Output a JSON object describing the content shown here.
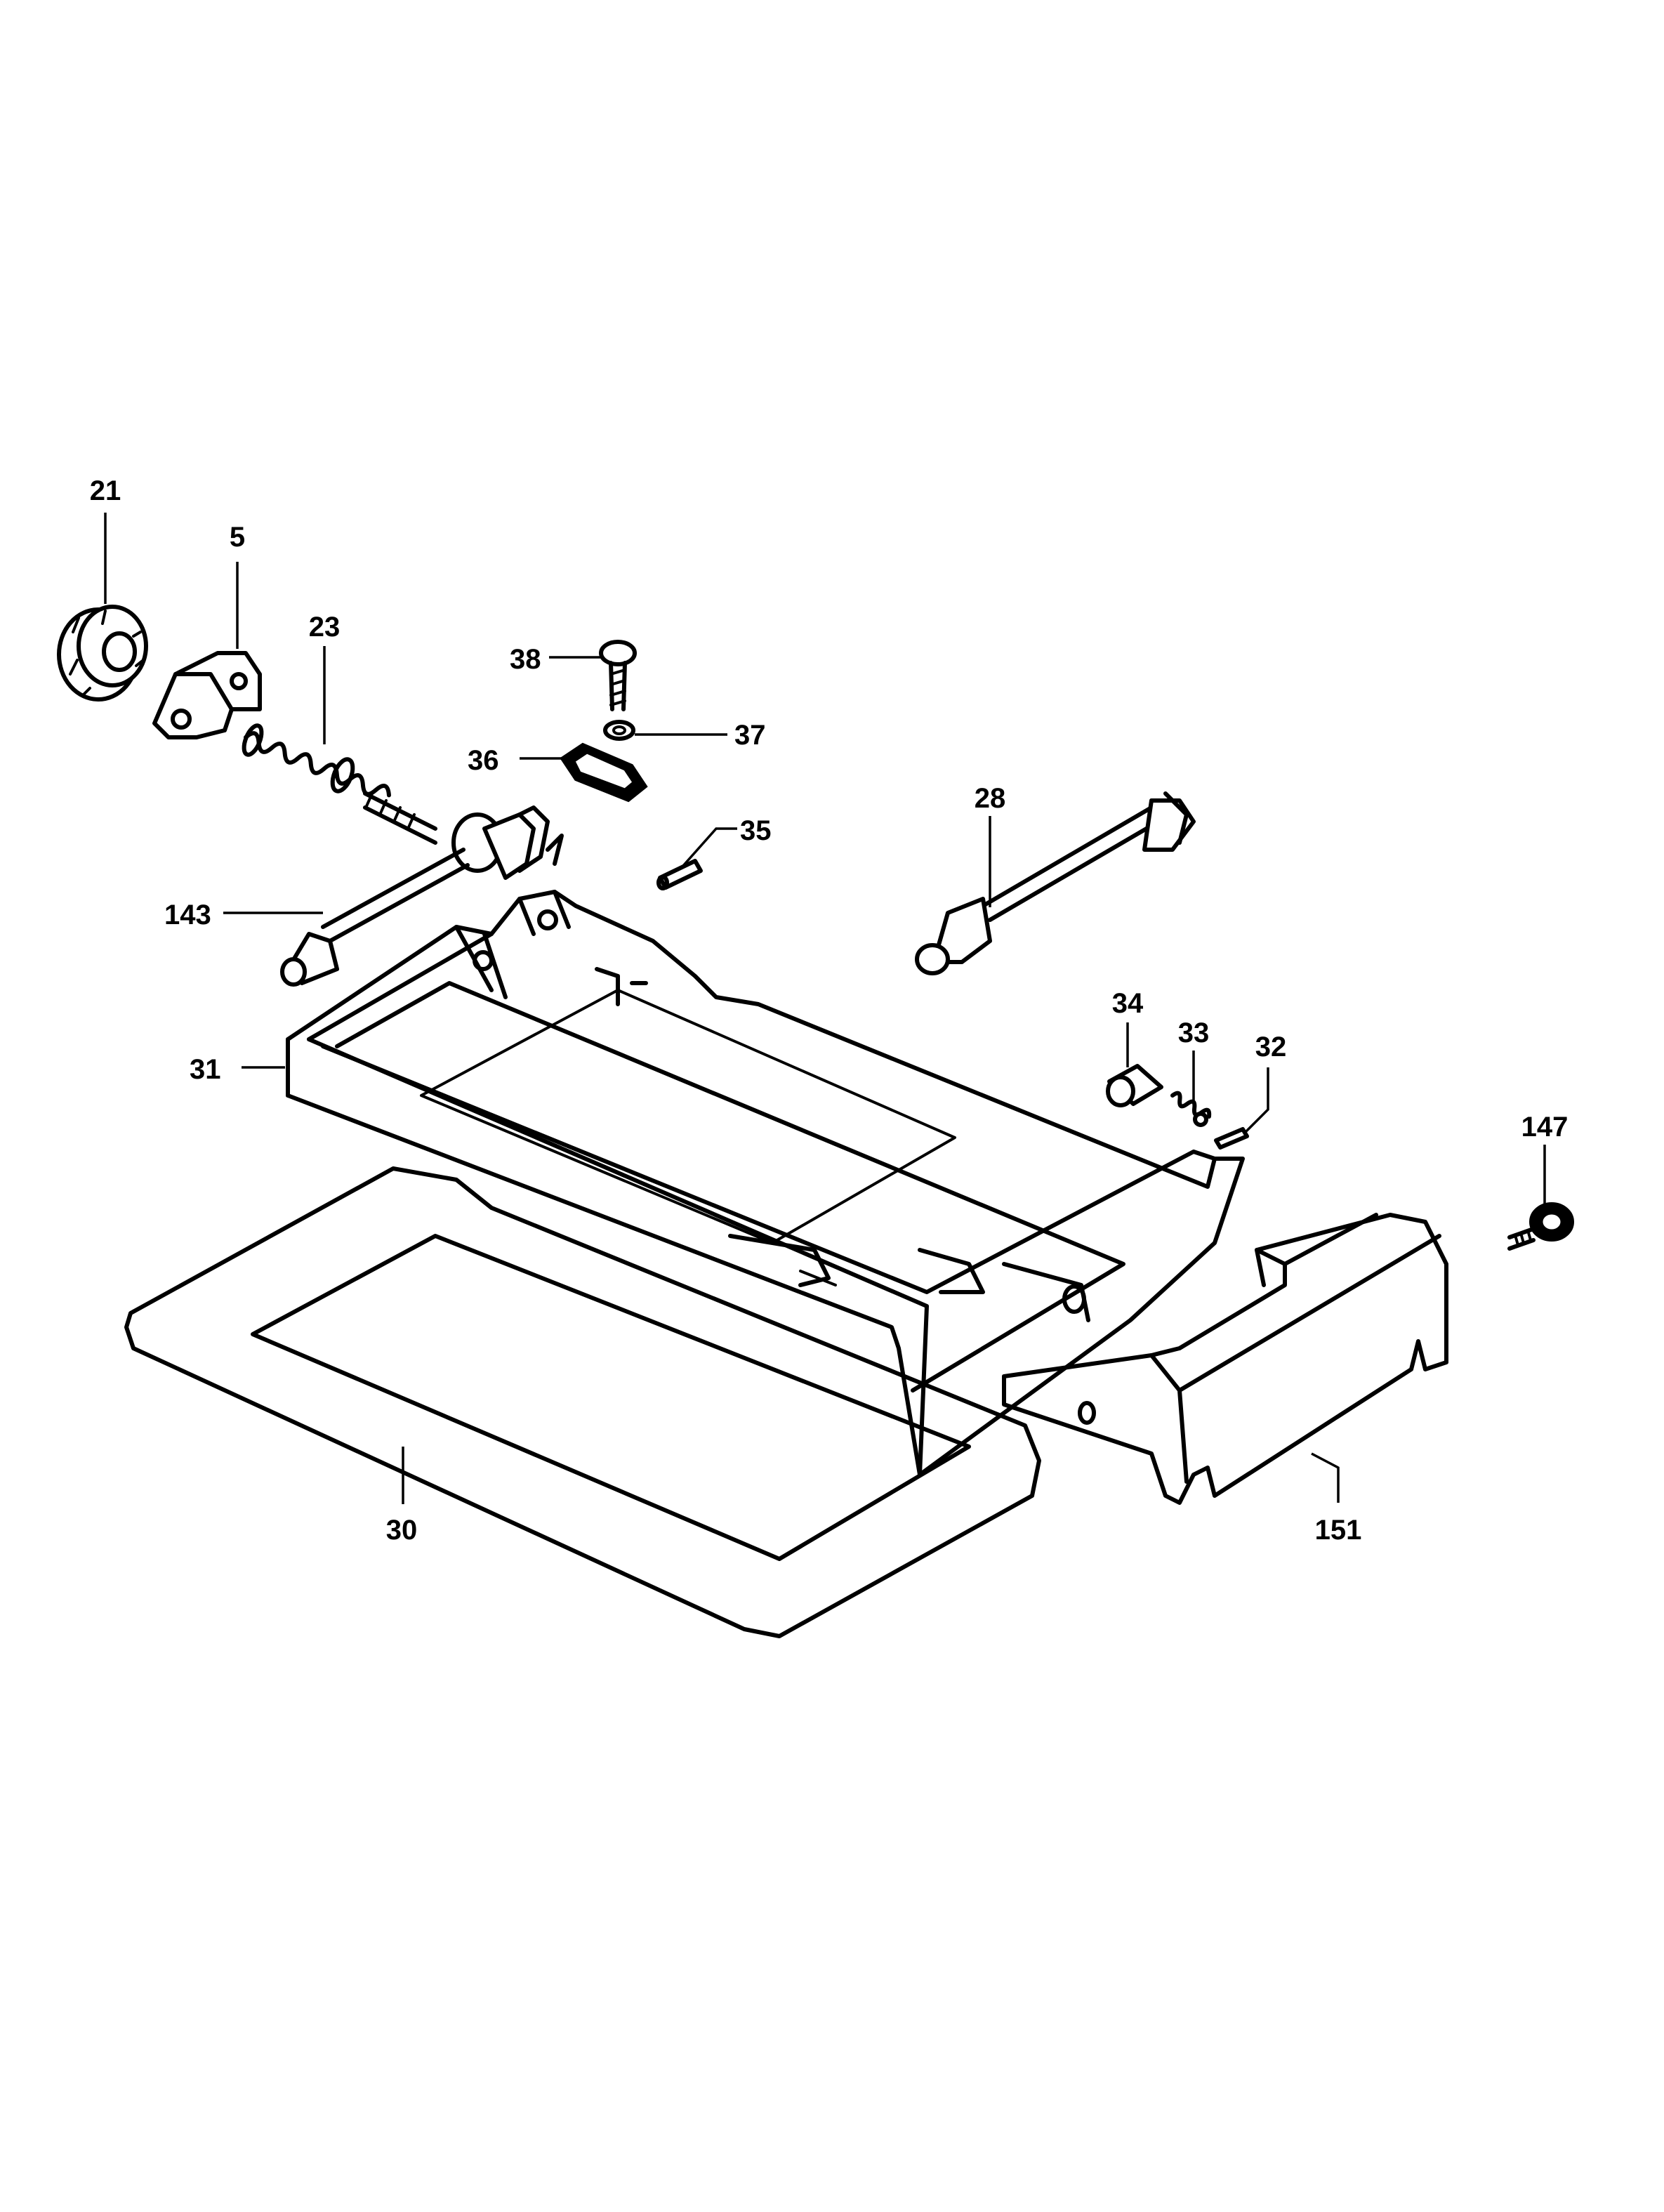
{
  "callouts": {
    "c21": "21",
    "c5": "5",
    "c23": "23",
    "c38": "38",
    "c37": "37",
    "c36": "36",
    "c35": "35",
    "c28": "28",
    "c143": "143",
    "c34": "34",
    "c33": "33",
    "c32": "32",
    "c31": "31",
    "c147": "147",
    "c30": "30",
    "c151": "151"
  }
}
